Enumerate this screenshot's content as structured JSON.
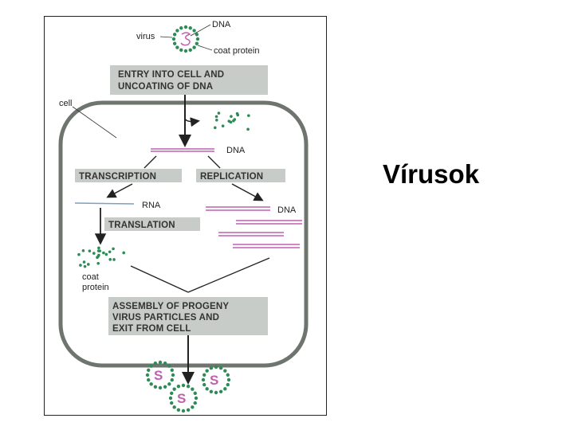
{
  "slide": {
    "title": "Vírusok"
  },
  "diagram": {
    "labels": {
      "virus": "virus",
      "dna_top": "DNA",
      "coat_protein_top": "coat protein",
      "cell": "cell",
      "dna_mid": "DNA",
      "rna": "RNA",
      "dna_right": "DNA",
      "coat_protein_bottom_1": "coat",
      "coat_protein_bottom_2": "protein"
    },
    "boxes": {
      "entry_line1": "ENTRY INTO CELL AND",
      "entry_line2": "UNCOATING OF DNA",
      "transcription": "TRANSCRIPTION",
      "replication": "REPLICATION",
      "translation": "TRANSLATION",
      "assembly_line1": "ASSEMBLY OF PROGENY",
      "assembly_line2": "VIRUS PARTICLES AND",
      "assembly_line3": "EXIT FROM CELL"
    },
    "colors": {
      "coat_protein": "#2e8b57",
      "dna_strand": "#c060b0",
      "rna_strand": "#7aa0c8",
      "box_fill": "#c8ccc8",
      "cell_membrane": "#6e756e"
    }
  }
}
